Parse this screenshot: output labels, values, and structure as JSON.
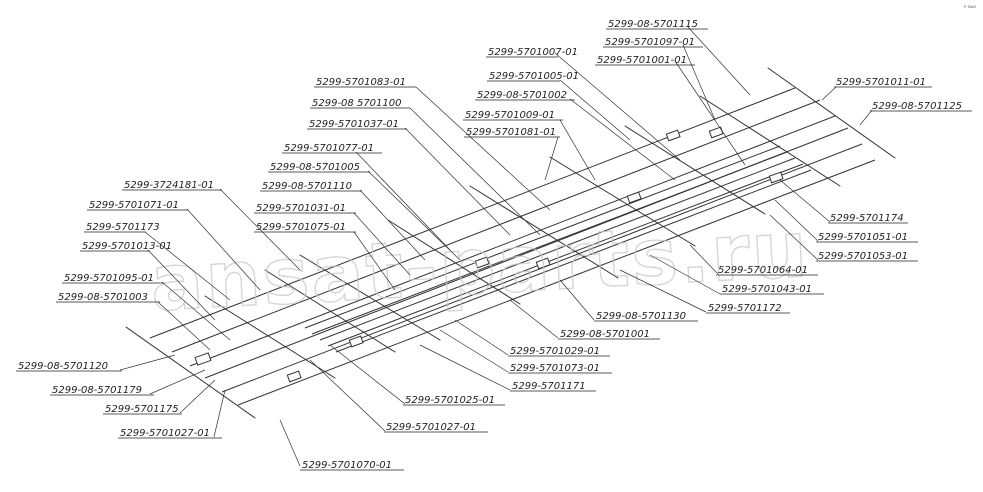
{
  "labels": {
    "p01": "5299-08-5701115",
    "p02": "5299-5701097-01",
    "p03": "5299-5701007-01",
    "p04": "5299-5701001-01",
    "p05": "5299-5701005-01",
    "p06": "5299-5701011-01",
    "p07": "5299-5701083-01",
    "p08": "5299-08-5701002",
    "p09": "5299-08-5701125",
    "p10": "5299-08 5701100",
    "p11": "5299-5701009-01",
    "p12": "5299-5701037-01",
    "p13": "5299-5701081-01",
    "p14": "5299-5701077-01",
    "p15": "5299-08-5701005",
    "p16": "5299-3724181-01",
    "p17": "5299-08-5701110",
    "p18": "5299-5701071-01",
    "p19": "5299-5701031-01",
    "p20": "5299-5701173",
    "p21": "5299-5701075-01",
    "p22": "5299-5701013-01",
    "p23": "5299-5701174",
    "p24": "5299-5701051-01",
    "p25": "5299-5701053-01",
    "p26": "5299-5701095-01",
    "p27": "5299-5701064-01",
    "p28": "5299-08-5701003",
    "p29": "5299-5701043-01",
    "p30": "5299-5701172",
    "p31": "5299-08-5701130",
    "p32": "5299-08-5701001",
    "p33": "5299-08-5701120",
    "p34": "5299-5701029-01",
    "p35": "5299-5701073-01",
    "p36": "5299-08-5701179",
    "p37": "5299-5701171",
    "p38": "5299-5701175",
    "p39": "5299-5701025-01",
    "p40": "5299-5701027-01",
    "p41": "5299-5701027-01",
    "p42": "5299-5701070-01"
  },
  "watermark": "ansat-parts.ru",
  "corner_mark": "ᴾ ᴮᴬᴿ"
}
